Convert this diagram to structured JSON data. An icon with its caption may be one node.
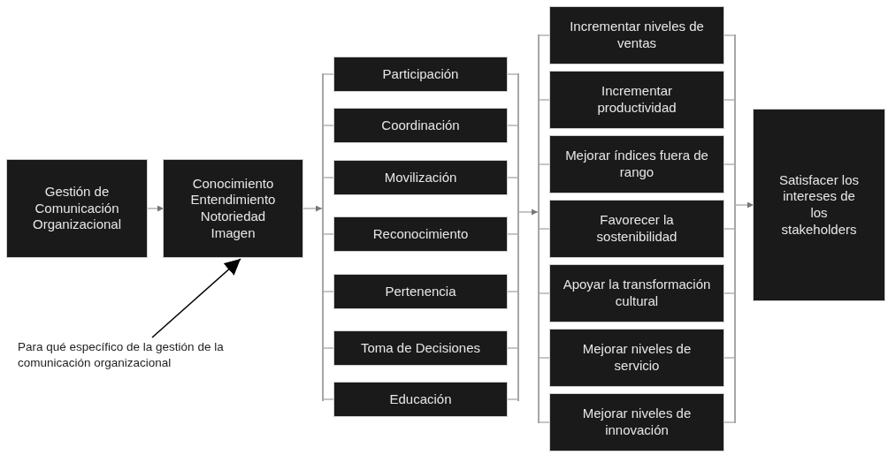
{
  "diagram": {
    "nodes": [
      {
        "text": [
          "Gestión de Comunicación Organizacional"
        ]
      },
      {
        "text": [
          "Conocimiento Entendimiento Notoriedad Imagen"
        ]
      },
      {
        "text": [],
        "shape": "bar"
      },
      {
        "text": [
          "Participación"
        ]
      },
      {
        "text": [
          "Coordinación"
        ]
      },
      {
        "text": [
          "Movilización"
        ]
      },
      {
        "text": [
          "Reconocimiento"
        ]
      },
      {
        "text": [
          "Pertenencia"
        ]
      },
      {
        "text": [
          "Toma de Decisiones"
        ]
      },
      {
        "text": [
          "Educación"
        ]
      },
      {
        "text": [],
        "shape": "bar"
      },
      {
        "text": [],
        "shape": "bar"
      },
      {
        "text": [
          "Incrementar niveles de ventas"
        ]
      },
      {
        "text": [
          "Incrementar productividad"
        ]
      },
      {
        "text": [
          "Mejorar índices fuera de rango"
        ]
      },
      {
        "text": [
          "Favorecer la sostenibilidad"
        ]
      },
      {
        "text": [
          "Apoyar la transformación cultural"
        ]
      },
      {
        "text": [
          "Mejorar niveles de servicio"
        ]
      },
      {
        "text": [
          "Mejorar niveles de innovación"
        ]
      },
      {
        "text": [],
        "shape": "bar"
      },
      {
        "text": [
          "Satisfacer los intereses de los stakeholders"
        ]
      },
      {
        "text": [
          "Para qué específico de la gestión de la comunicación organizacional"
        ]
      }
    ],
    "edges": [
      {
        "from": 0,
        "to": 1,
        "arrow": "to"
      },
      {
        "from": 21,
        "to": 1,
        "arrow": "to",
        "color": "#000000"
      },
      {
        "from": 1,
        "to": 2,
        "arrow": "to"
      },
      {
        "from": 2,
        "to": 3,
        "arrow": "none"
      },
      {
        "from": 2,
        "to": 4,
        "arrow": "none"
      },
      {
        "from": 2,
        "to": 5,
        "arrow": "none"
      },
      {
        "from": 2,
        "to": 6,
        "arrow": "none"
      },
      {
        "from": 2,
        "to": 7,
        "arrow": "none"
      },
      {
        "from": 2,
        "to": 8,
        "arrow": "none"
      },
      {
        "from": 2,
        "to": 9,
        "arrow": "none"
      },
      {
        "from": 3,
        "to": 10,
        "arrow": "none"
      },
      {
        "from": 4,
        "to": 10,
        "arrow": "none"
      },
      {
        "from": 5,
        "to": 10,
        "arrow": "none"
      },
      {
        "from": 6,
        "to": 10,
        "arrow": "none"
      },
      {
        "from": 7,
        "to": 10,
        "arrow": "none"
      },
      {
        "from": 8,
        "to": 10,
        "arrow": "none"
      },
      {
        "from": 9,
        "to": 10,
        "arrow": "none"
      },
      {
        "from": 10,
        "to": 11,
        "arrow": "to"
      },
      {
        "from": 11,
        "to": 12,
        "arrow": "none"
      },
      {
        "from": 11,
        "to": 13,
        "arrow": "none"
      },
      {
        "from": 11,
        "to": 14,
        "arrow": "none"
      },
      {
        "from": 11,
        "to": 15,
        "arrow": "none"
      },
      {
        "from": 11,
        "to": 16,
        "arrow": "none"
      },
      {
        "from": 11,
        "to": 17,
        "arrow": "none"
      },
      {
        "from": 11,
        "to": 18,
        "arrow": "none"
      },
      {
        "from": 12,
        "to": 19,
        "arrow": "none"
      },
      {
        "from": 13,
        "to": 19,
        "arrow": "none"
      },
      {
        "from": 14,
        "to": 19,
        "arrow": "none"
      },
      {
        "from": 15,
        "to": 19,
        "arrow": "none"
      },
      {
        "from": 16,
        "to": 19,
        "arrow": "none"
      },
      {
        "from": 17,
        "to": 19,
        "arrow": "none"
      },
      {
        "from": 18,
        "to": 19,
        "arrow": "none"
      },
      {
        "from": 19,
        "to": 20,
        "arrow": "to"
      }
    ]
  }
}
